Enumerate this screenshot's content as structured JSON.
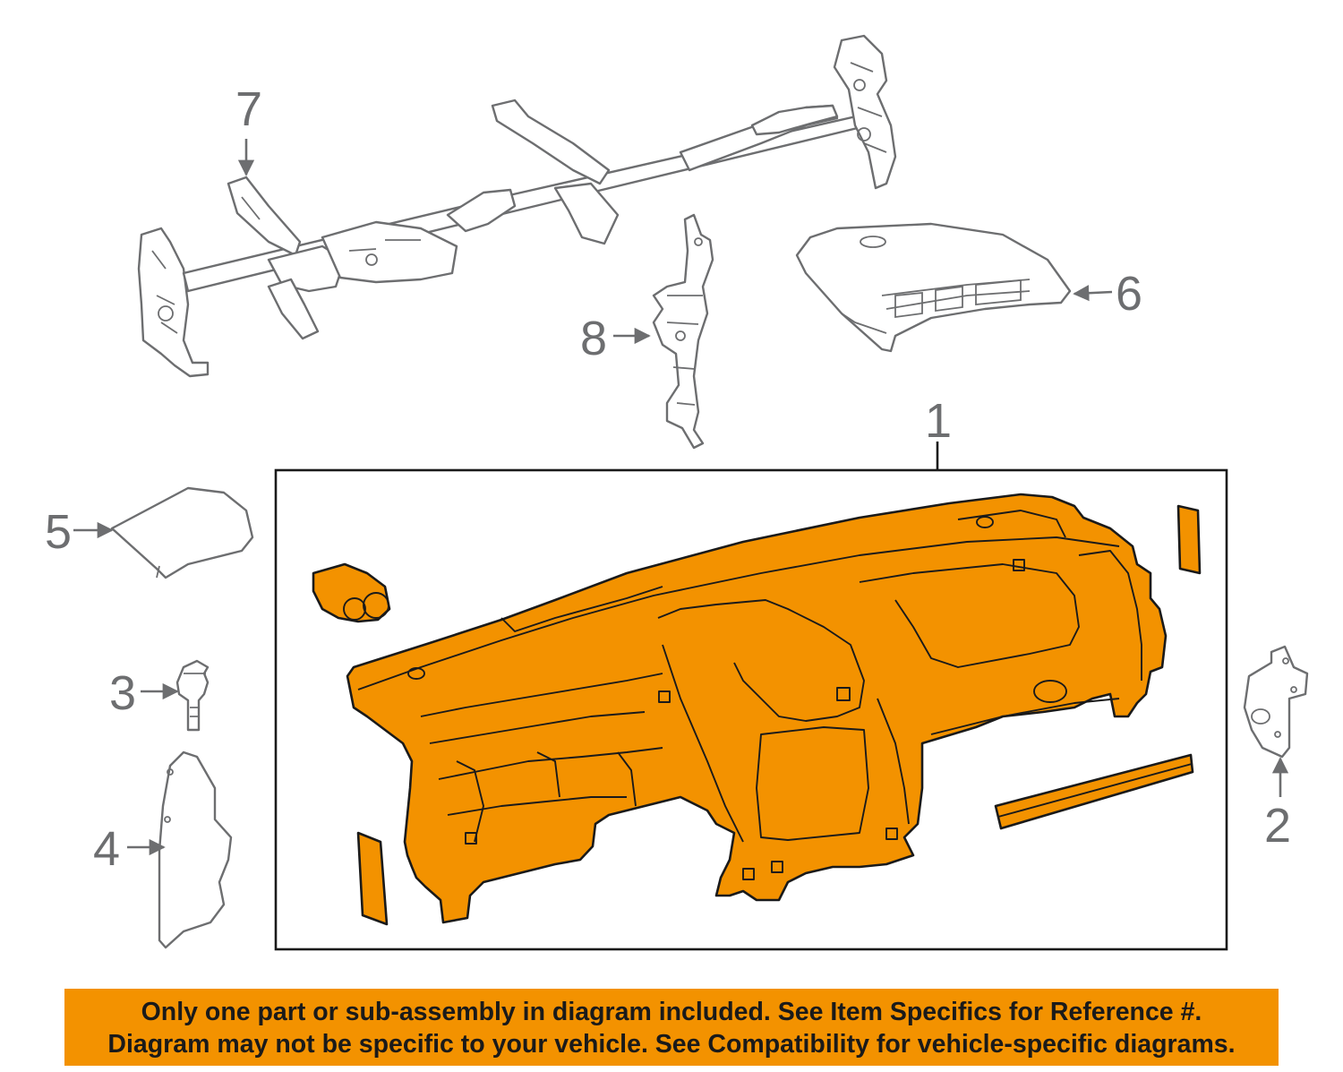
{
  "diagram": {
    "callouts": {
      "c1": "1",
      "c2": "2",
      "c3": "3",
      "c4": "4",
      "c5": "5",
      "c6": "6",
      "c7": "7",
      "c8": "8"
    },
    "highlight_color": "#f39200",
    "line_color": "#6d6e70"
  },
  "notice": {
    "line1": "Only one part or sub-assembly in diagram included. See Item Specifics for Reference #.",
    "line2": "Diagram may not be specific to your vehicle. See Compatibility for vehicle-specific diagrams.",
    "background": "#f39200"
  }
}
